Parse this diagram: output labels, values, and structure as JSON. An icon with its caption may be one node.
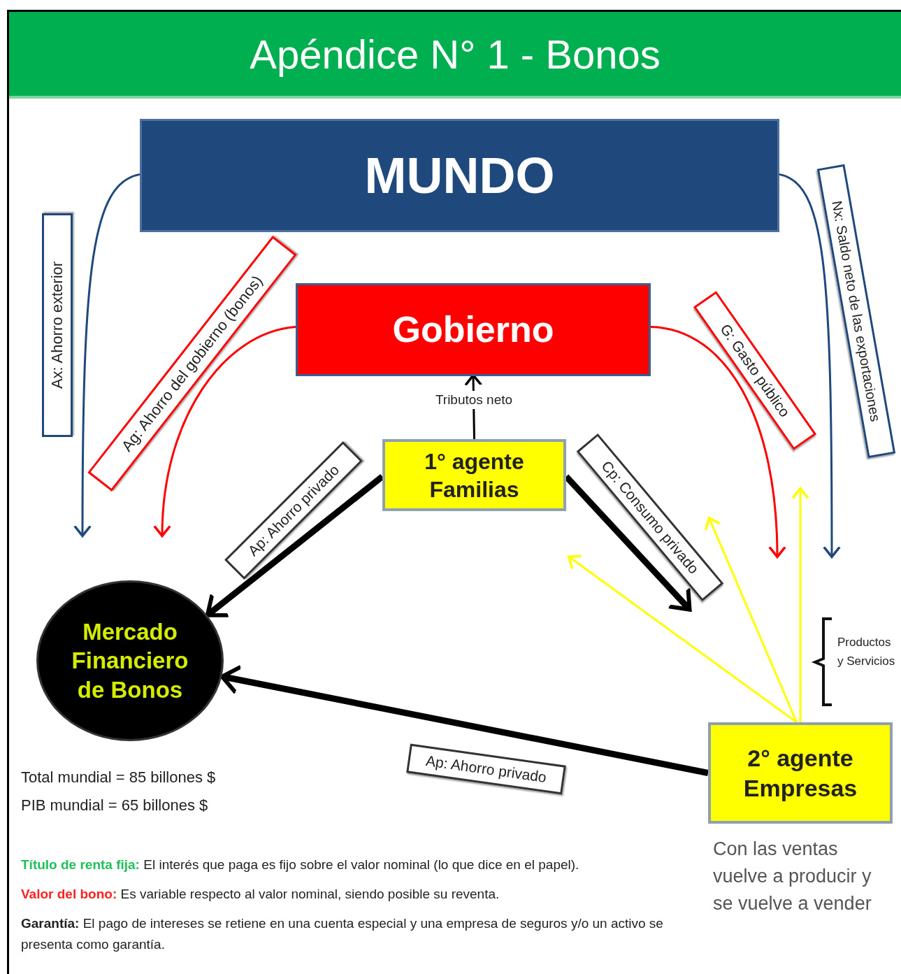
{
  "diagram": {
    "title": "Apéndice N° 1 - Bonos",
    "nodes": [
      {
        "text": [
          "MUNDO"
        ]
      },
      {
        "text": [
          "Gobierno"
        ]
      },
      {
        "text": [
          "1° agente Familias"
        ]
      },
      {
        "text": [
          "Mercado Financiero de Bonos"
        ]
      },
      {
        "text": [
          "2° agente Empresas"
        ],
        "beside": [
          "Con las ventas vuelve a producir y se vuelve a vender"
        ]
      }
    ],
    "edges": [
      {
        "from": 0,
        "to": null,
        "arrow": "to",
        "label": "Ax: Ahorro exterior",
        "color": "#1f497d"
      },
      {
        "from": 1,
        "to": null,
        "arrow": "to",
        "label": "Ag: Ahorro del gobierno (bonos)",
        "color": "#ff0000"
      },
      {
        "from": 2,
        "to": 3,
        "arrow": "to",
        "label": "Ap: Ahorro privado",
        "style": "thick"
      },
      {
        "from": 2,
        "to": 1,
        "arrow": "to",
        "label": "Tributos neto"
      },
      {
        "from": 2,
        "to": null,
        "arrow": "to",
        "label": "Cp: Consumo privado",
        "style": "thick"
      },
      {
        "from": 1,
        "to": null,
        "arrow": "to",
        "label": "G: Gasto público",
        "color": "#ff0000"
      },
      {
        "from": 0,
        "to": null,
        "arrow": "to",
        "label": "Nx: Saldo neto de las exportaciones",
        "color": "#1f497d"
      },
      {
        "from": 4,
        "to": 3,
        "arrow": "to",
        "label": "Ap: Ahorro privado",
        "style": "thick"
      },
      {
        "from": 4,
        "to": null,
        "arrow": "to",
        "color": "#ffff00"
      },
      {
        "from": 4,
        "to": null,
        "arrow": "to",
        "color": "#ffff00"
      },
      {
        "from": 4,
        "to": null,
        "arrow": "to",
        "color": "#ffff00"
      }
    ],
    "labels": [
      "Productos y Servicios",
      "Total mundial = 85 billones $",
      "PIB mundial = 65 billones $",
      "**Título de renta fija:** El interés que paga es fijo sobre el valor nominal (lo que dice en el papel).",
      "**Valor del bono:** Es variable respecto al valor nominal, siendo posible su reventa.",
      "**Garantía:** El pago de intereses se retiene en una cuenta especial y una empresa de seguros y/o un activo se presenta como garantía."
    ]
  }
}
